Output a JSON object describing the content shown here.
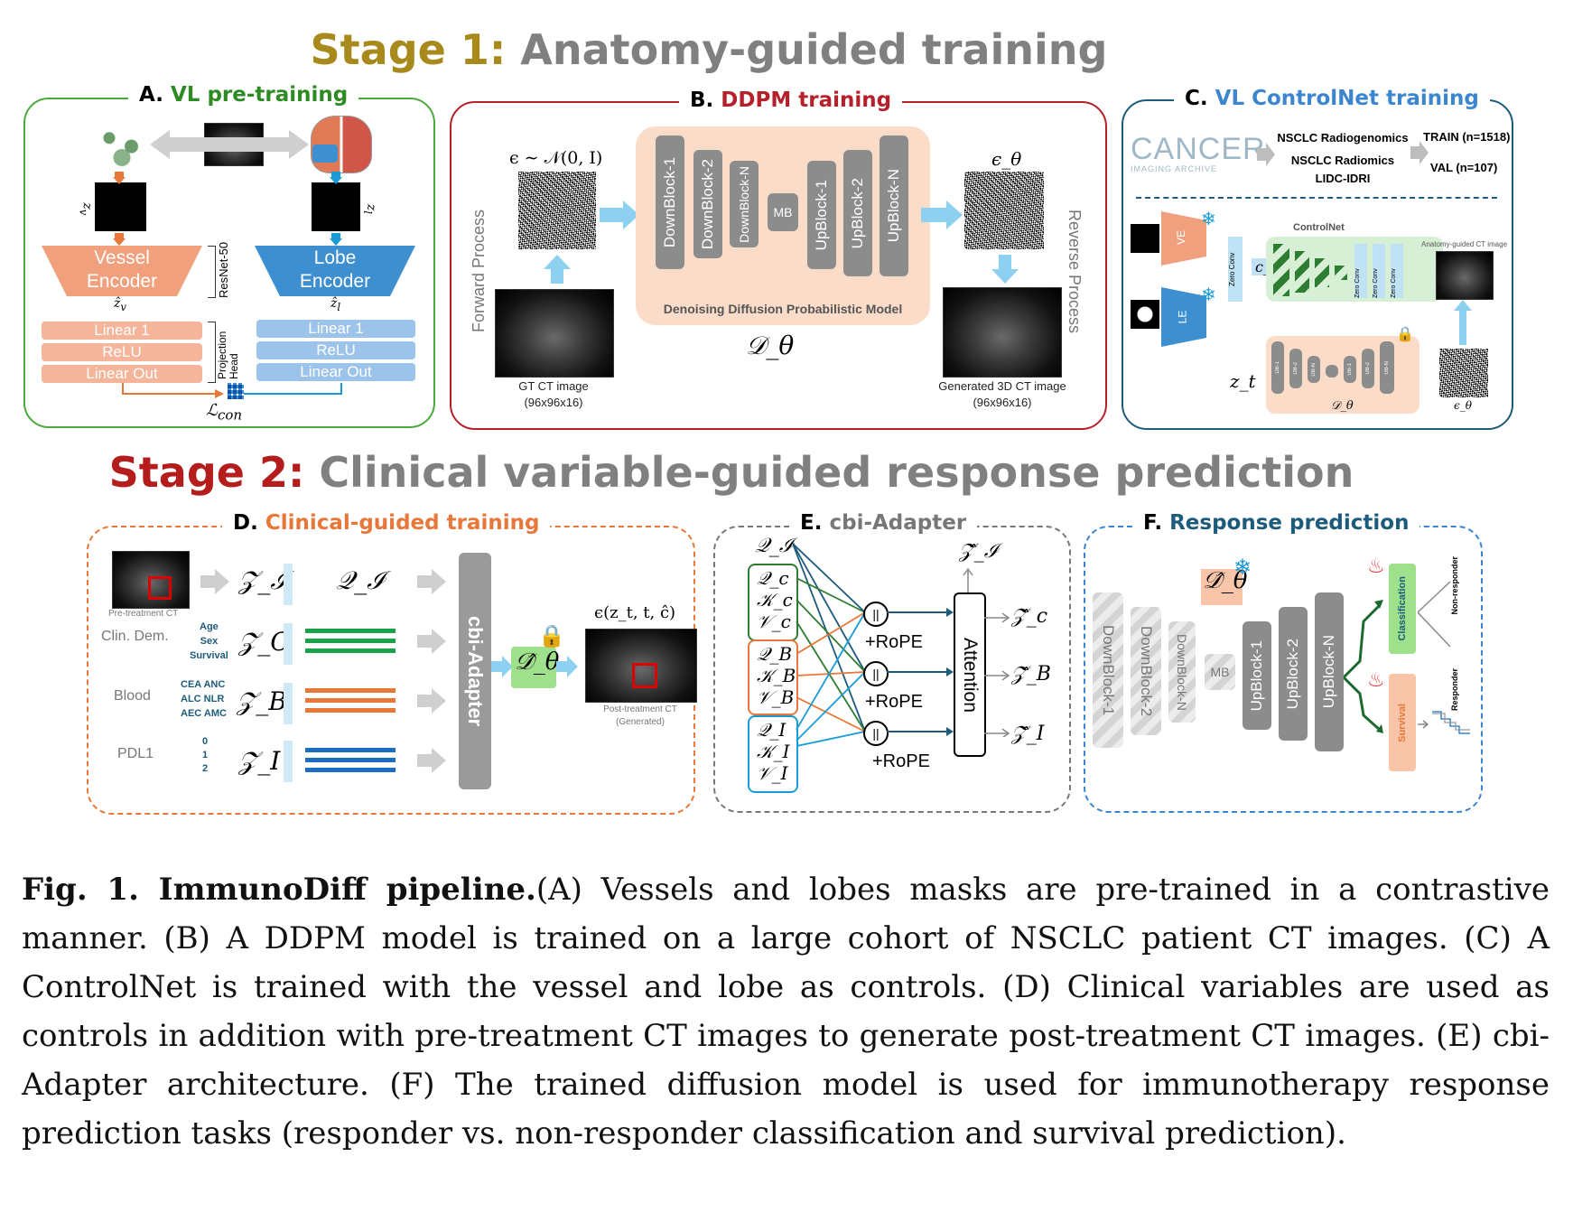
{
  "stage1": {
    "prefix": "Stage 1:",
    "rest": "Anatomy-guided training"
  },
  "stage2": {
    "prefix": "Stage 2:",
    "rest": "Clinical variable-guided response prediction"
  },
  "panelA": {
    "letter": "A.",
    "title": "VL pre-training",
    "vessel_encoder": [
      "Vessel",
      "Encoder"
    ],
    "lobe_encoder": [
      "Lobe",
      "Encoder"
    ],
    "resnet": "ResNet-50",
    "proj_head": "Projection Head",
    "left_layers": [
      "Linear 1",
      "ReLU",
      "Linear Out"
    ],
    "right_layers": [
      "Linear 1",
      "ReLU",
      "Linear Out"
    ],
    "z_v": "z_v",
    "z_l": "z_l",
    "zhat_v": "ẑ_v",
    "zhat_l": "ẑ_l",
    "loss": "ℒ_con"
  },
  "panelB": {
    "letter": "B.",
    "title": "DDPM training",
    "noise_label": "ϵ ∼ 𝒩(0, I)",
    "eps_theta": "ϵ_θ",
    "forward": "Forward Process",
    "reverse": "Reverse Process",
    "blocks": [
      "DownBlock-1",
      "DownBlock-2",
      "DownBlock-N",
      "MB",
      "UpBlock-1",
      "UpBlock-2",
      "UpBlock-N"
    ],
    "model_name": "Denoising Diffusion Probabilistic Model",
    "d_theta": "𝒟_θ",
    "gt_label": "GT CT image",
    "gt_size": "(96x96x16)",
    "gen_label": "Generated 3D CT image",
    "gen_size": "(96x96x16)"
  },
  "panelC": {
    "letter": "C.",
    "title": "VL ControlNet training",
    "logo": "CANCER",
    "logo_sub": "IMAGING ARCHIVE",
    "datasets": [
      "NSCLC Radiogenomics",
      "NSCLC Radiomics",
      "LIDC-IDRI"
    ],
    "train": "TRAIN (n=1518)",
    "val": "VAL (n=107)",
    "controlnet": "ControlNet",
    "ve": "VE",
    "le": "LE",
    "zero_conv": "Zero Conv",
    "c_a": "c_a",
    "z_t": "z_t",
    "d_theta": "𝒟_θ",
    "eps": "ϵ_θ",
    "anatomy_label": "Anatomy-guided CT image",
    "mini_blocks": [
      "DB-1",
      "DB-2",
      "DB-N",
      "UB-1",
      "UB-2",
      "UB-N"
    ]
  },
  "panelD": {
    "letter": "D.",
    "title": "Clinical-guided training",
    "pre_label": "Pre-treatment CT",
    "clin": "Clin. Dem.",
    "clin_vars": [
      "Age",
      "Sex",
      "Survival"
    ],
    "blood": "Blood",
    "blood_vars": [
      "CEA ANC",
      "ALC NLR",
      "AEC AMC"
    ],
    "pdl1": "PDL1",
    "pdl1_vars": [
      "0",
      "1",
      "2"
    ],
    "z_img": "𝒵_ℐ",
    "q_img": "𝒬_ℐ",
    "z_c": "𝒵_C",
    "z_b": "𝒵_B",
    "z_i": "𝒵_I",
    "adapter": "cbi-Adapter",
    "d_hat": "𝒟̂_θ",
    "output": "ϵ(z_t, t, ĉ)",
    "post_label": "Post-treatment CT",
    "post_sub": "(Generated)",
    "colors": {
      "green": "#1aa34a",
      "orange": "#e8773a",
      "blue": "#1a6fc4"
    }
  },
  "panelE": {
    "letter": "E.",
    "title": "cbi-Adapter",
    "q_top": "𝒬_ℐ",
    "groups": [
      {
        "q": "𝒬_c",
        "k": "𝒦_c",
        "v": "𝒱_c",
        "color": "#2e7d32"
      },
      {
        "q": "𝒬_B",
        "k": "𝒦_B",
        "v": "𝒱_B",
        "color": "#e8773a"
      },
      {
        "q": "𝒬_I",
        "k": "𝒦_I",
        "v": "𝒱_I",
        "color": "#1a9bd7"
      }
    ],
    "concat": "||",
    "rope": "+RoPE",
    "attention": "Attention",
    "z_out_top": "𝒵̂_ℐ",
    "outputs": [
      "𝒵̂_c",
      "𝒵̂_B",
      "𝒵̂_I"
    ]
  },
  "panelF": {
    "letter": "F.",
    "title": "Response prediction",
    "d_hat": "𝒟̂_θ",
    "frozen_blocks": [
      "DownBlock-1",
      "DownBlock-2",
      "DownBlock-N",
      "MB"
    ],
    "up_blocks": [
      "UpBlock-1",
      "UpBlock-2",
      "UpBlock-N"
    ],
    "classification": "Classification",
    "survival": "Survival",
    "responder": "Responder",
    "non_responder": "Non-responder"
  },
  "caption": {
    "bold": "Fig. 1. ImmunoDiff pipeline.",
    "text": "(A) Vessels and lobes masks are pre-trained in a contrastive manner. (B) A DDPM model is trained on a large cohort of NSCLC patient CT images. (C) A ControlNet is trained with the vessel and lobe as controls. (D) Clinical variables are used as controls in addition with pre-treatment CT images to generate post-treatment CT images. (E) cbi-Adapter architecture. (F) The trained diffusion model is used for immunotherapy response prediction tasks (responder vs. non-responder classification and survival prediction)."
  },
  "colors": {
    "stage1_prefix": "#a88a1c",
    "stage2_prefix": "#b51c1c",
    "stage_rest": "#808080",
    "panelA": "#4caa3c",
    "panelB": "#b5202b",
    "panelC": "#1c5b7c",
    "panelD": "#e8773a",
    "panelE": "#777777",
    "panelF": "#3b86cf"
  }
}
